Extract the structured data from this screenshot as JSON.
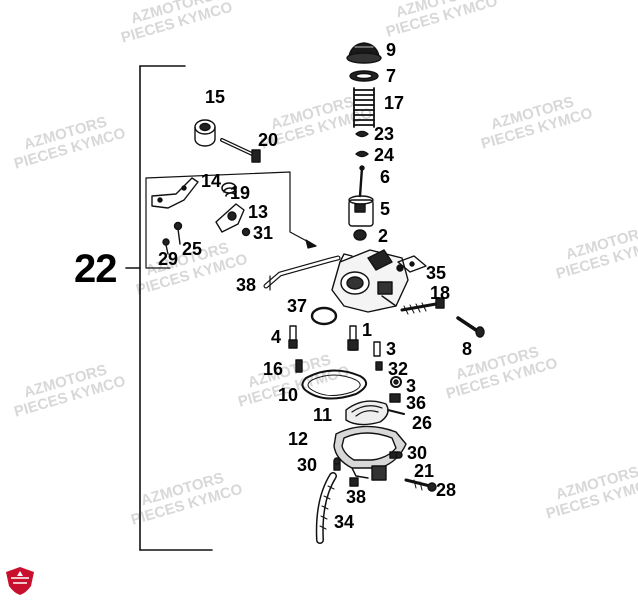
{
  "watermark": {
    "line1": "AZMOTORS",
    "line2": "PIECES KYMCO"
  },
  "brand": {
    "logo_icon": "azmotors-logo-icon",
    "logo_color": "#c8102e"
  },
  "diagram": {
    "assembly_label": "22",
    "callouts": {
      "c9": "9",
      "c7": "7",
      "c17": "17",
      "c23": "23",
      "c24": "24",
      "c6": "6",
      "c5": "5",
      "c2": "2",
      "c15": "15",
      "c20": "20",
      "c14": "14",
      "c19": "19",
      "c13": "13",
      "c31": "31",
      "c25": "25",
      "c29": "29",
      "c38a": "38",
      "c35": "35",
      "c18": "18",
      "c8": "8",
      "c37": "37",
      "c4": "4",
      "c1": "1",
      "c32": "32",
      "c3a": "3",
      "c3b": "3",
      "c16": "16",
      "c10": "10",
      "c36": "36",
      "c11": "11",
      "c26": "26",
      "c12": "12",
      "c30a": "30",
      "c30b": "30",
      "c21": "21",
      "c38b": "38",
      "c28": "28",
      "c34": "34"
    }
  }
}
